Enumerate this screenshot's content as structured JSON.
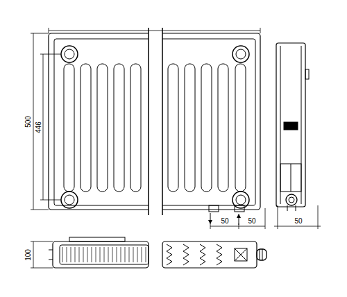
{
  "diagram": {
    "labels": [
      "500",
      "446",
      "50",
      "50",
      "50",
      "100"
    ]
  }
}
